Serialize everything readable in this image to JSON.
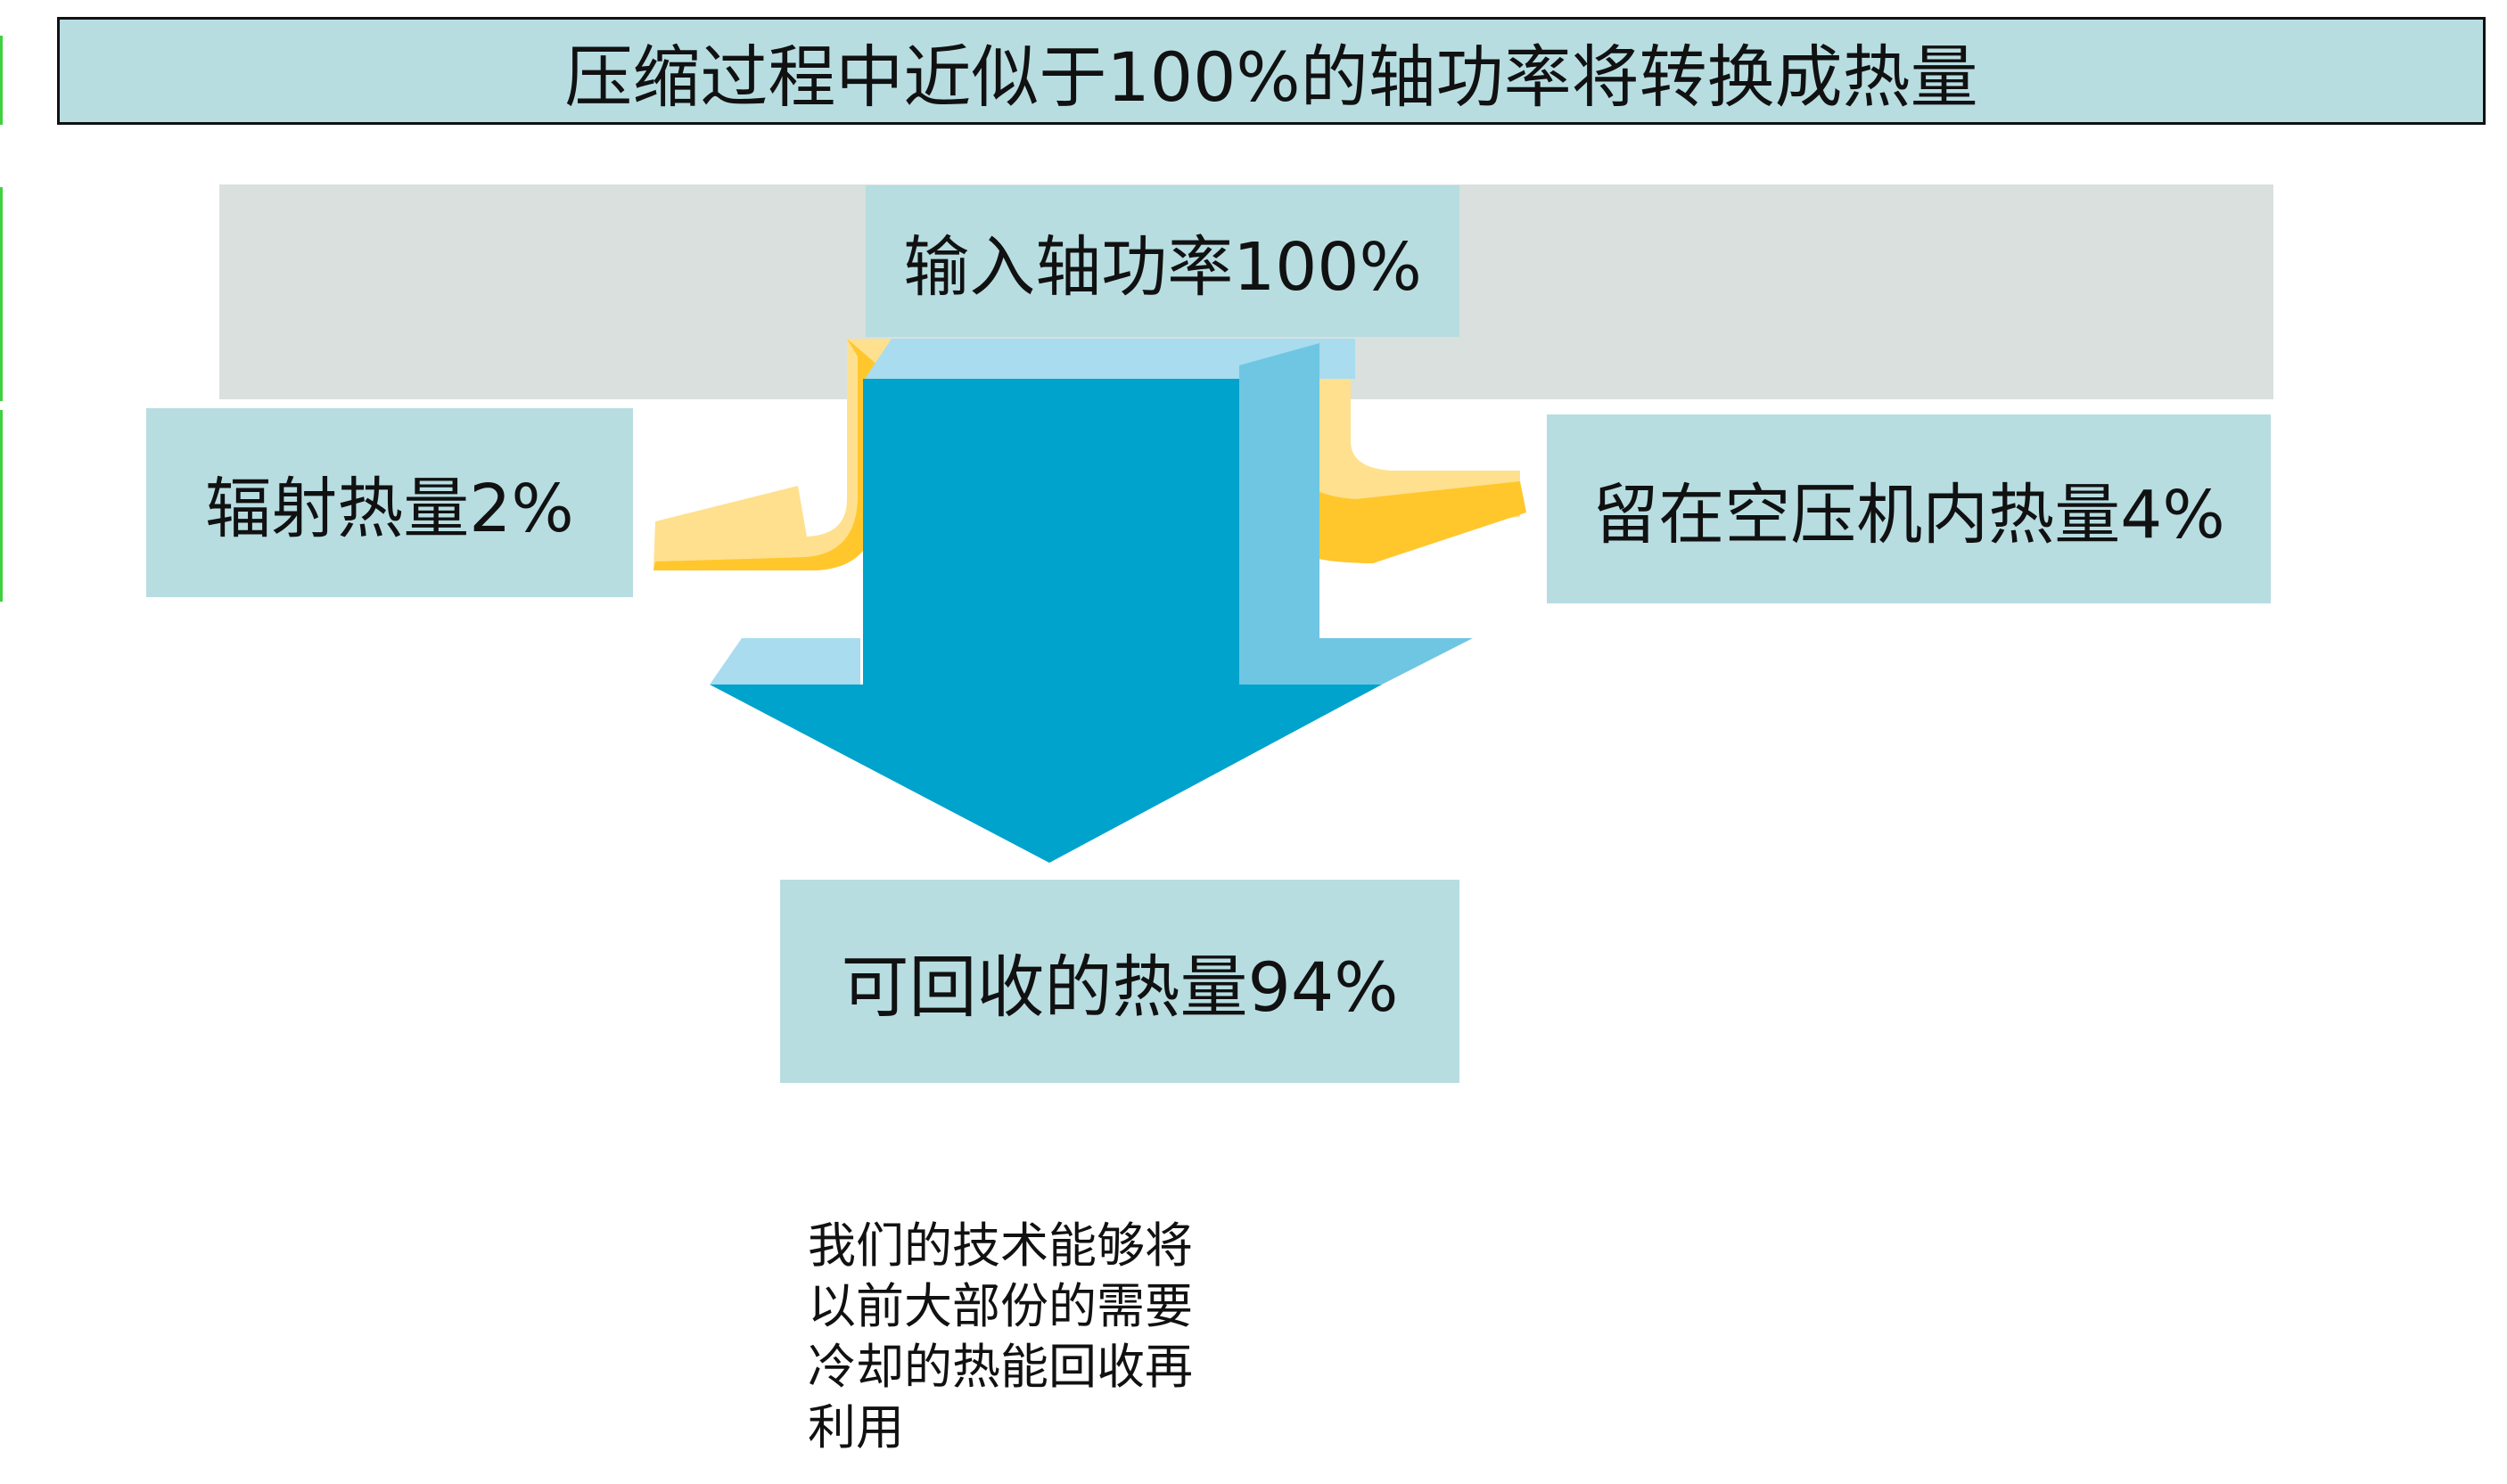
{
  "title": "压缩过程中近似于100%的轴功率将转换成热量",
  "labels": {
    "input": "输入轴功率100%",
    "radiation": "辐射热量2%",
    "retained": "留在空压机内热量4%",
    "recoverable": "可回收的热量94%"
  },
  "note_lines": [
    "我们的技术能够将",
    "以前大部份的需要",
    "冷却的热能回收再",
    "利用"
  ],
  "colors": {
    "label_fill": "#b7dde1",
    "band_gray": "#dae0dd",
    "arrow_main": "#00a3cc",
    "arrow_light": "#a8dcee",
    "heat_side": "#ffc72c",
    "heat_light": "#ffe08f"
  }
}
